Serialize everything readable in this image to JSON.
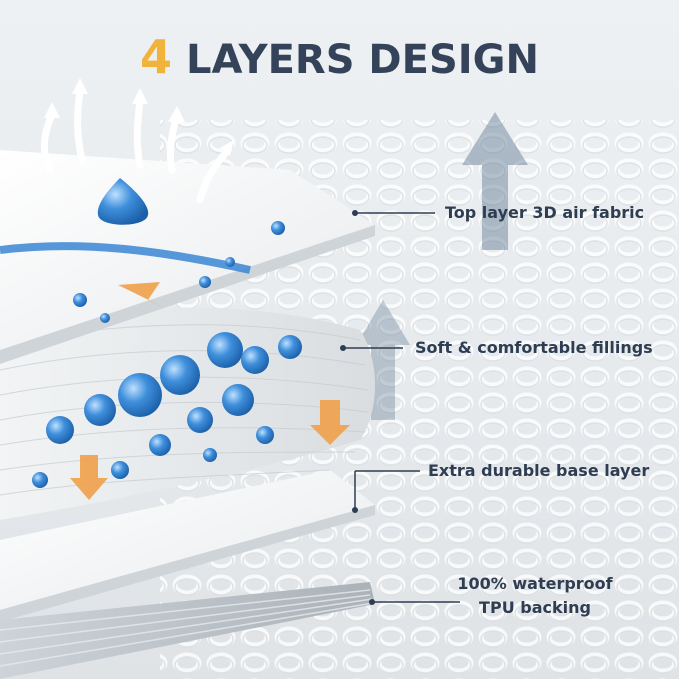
{
  "title": {
    "number": "4",
    "text": "LAYERS DESIGN"
  },
  "colors": {
    "accent": "#f2b33a",
    "title": "#34435a",
    "label": "#2f3d52",
    "droplet": "#2e7fd1",
    "arrow_orange": "#f0a04a"
  },
  "layers": [
    {
      "label": "Top layer 3D air fabric"
    },
    {
      "label": "Soft & comfortable fillings"
    },
    {
      "label": "Extra durable base layer"
    },
    {
      "label_line1": "100% waterproof",
      "label_line2": "TPU backing"
    }
  ],
  "icons": [
    "air-flow-arrow-icon",
    "water-droplet-icon",
    "down-arrow-icon",
    "up-arrow-icon"
  ]
}
